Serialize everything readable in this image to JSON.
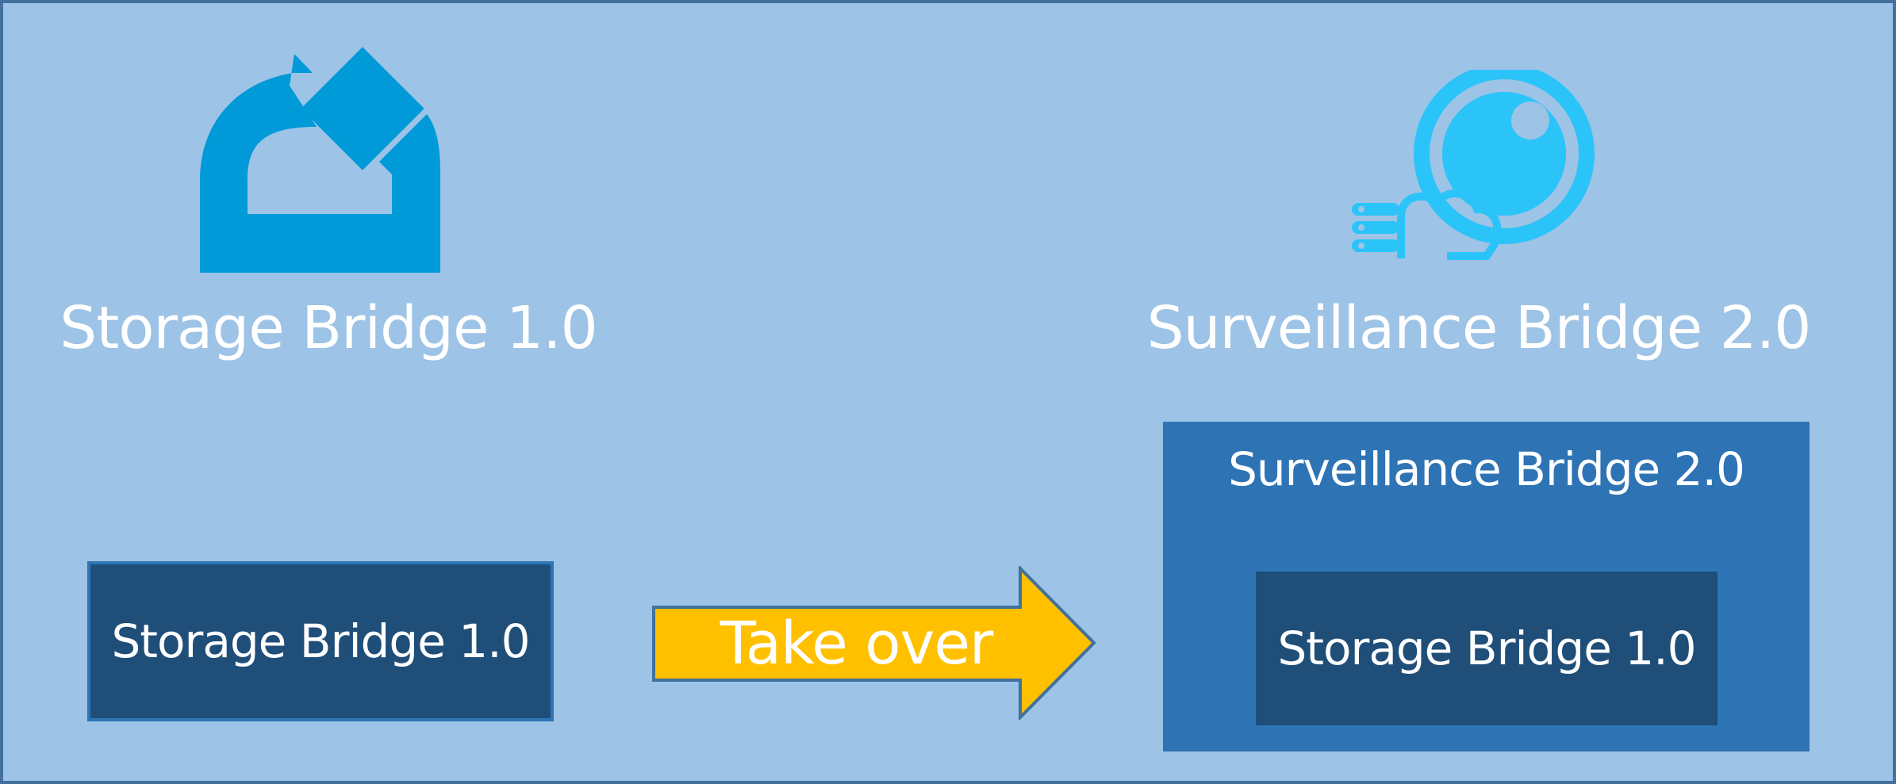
{
  "left_product": {
    "title": "Storage Bridge 1.0",
    "logo_icon": "storage-bridge-logo-icon",
    "logo_color": "#009ad9",
    "box_label": "Storage Bridge 1.0"
  },
  "right_product": {
    "title": "Surveillance Bridge 2.0",
    "logo_icon": "surveillance-bridge-logo-icon",
    "logo_color": "#2bc4f9",
    "container_label": "Surveillance Bridge 2.0",
    "inner_label": "Storage Bridge 1.0"
  },
  "transition": {
    "label": "Take over",
    "arrow_color": "#ffc000"
  },
  "colors": {
    "background": "#9dc3e6",
    "dark_box": "#1f4e79",
    "container_box": "#2e74b5"
  }
}
